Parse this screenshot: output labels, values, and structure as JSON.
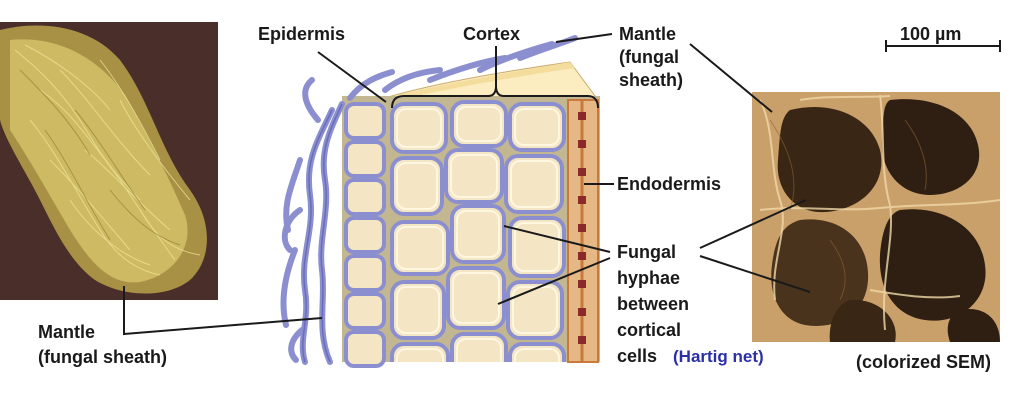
{
  "labels": {
    "epidermis": "Epidermis",
    "cortex": "Cortex",
    "mantle_right": [
      "Mantle",
      "(fungal",
      "sheath)"
    ],
    "scale_bar": "100 µm",
    "endodermis": "Endodermis",
    "fungal_hyphae": [
      "Fungal",
      "hyphae",
      "between",
      "cortical",
      "cells"
    ],
    "hartig_net": "(Hartig net)",
    "mantle_left": [
      "Mantle",
      "(fungal sheath)"
    ],
    "sem_caption": "(colorized SEM)"
  },
  "colors": {
    "hyphae": "#8b8fd0",
    "hyphae_dark": "#5c60b0",
    "cell_fill": "#f4e6c4",
    "cell_wall": "#d9c79c",
    "endodermis": "#c9793c",
    "casparian": "#8b2a2a",
    "photo_left_bg": "#4a2e2a",
    "photo_left_fungus": "#d4c56a",
    "sem_bg": "#caa06a",
    "sem_dark": "#2e1f12",
    "label_text": "#1a1a1a",
    "hartig_text": "#2b2fa8"
  }
}
